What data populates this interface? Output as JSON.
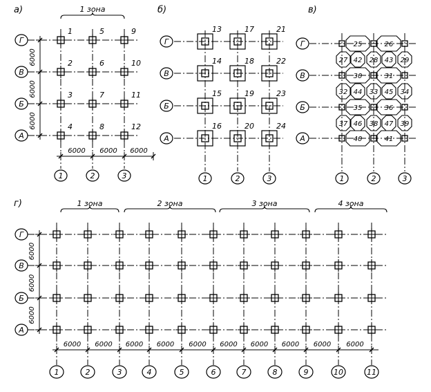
{
  "panels": {
    "a": {
      "label": "а)",
      "zone_label": "1 зона",
      "rows": [
        "Г",
        "В",
        "Б",
        "А"
      ],
      "cols": [
        "1",
        "2",
        "3"
      ],
      "numbers": [
        [
          "1",
          "5",
          "9"
        ],
        [
          "2",
          "6",
          "10"
        ],
        [
          "3",
          "7",
          "11"
        ],
        [
          "4",
          "8",
          "12"
        ]
      ],
      "row_dims": [
        "6000",
        "6000",
        "6000"
      ],
      "col_dims": [
        "6000",
        "6000",
        "6000"
      ]
    },
    "b": {
      "label": "б)",
      "rows": [
        "Г",
        "В",
        "Б",
        "А"
      ],
      "cols": [
        "1",
        "2",
        "3"
      ],
      "numbers": [
        [
          "13",
          "17",
          "21"
        ],
        [
          "14",
          "18",
          "22"
        ],
        [
          "15",
          "19",
          "23"
        ],
        [
          "16",
          "20",
          "24"
        ]
      ]
    },
    "v": {
      "label": "в)",
      "rows": [
        "Г",
        "В",
        "Б",
        "А"
      ],
      "cols": [
        "1",
        "2",
        "3"
      ],
      "cells": [
        [
          "25",
          "26"
        ],
        [
          "27",
          "42",
          "28",
          "43",
          "29"
        ],
        [
          "30",
          "31"
        ],
        [
          "32",
          "44",
          "33",
          "45",
          "34"
        ],
        [
          "35",
          "36"
        ],
        [
          "37",
          "46",
          "38",
          "47",
          "39"
        ],
        [
          "40",
          "41"
        ]
      ]
    },
    "g": {
      "label": "г)",
      "zones": [
        "1 зона",
        "2 зона",
        "3 зона",
        "4 зона"
      ],
      "rows": [
        "Г",
        "В",
        "Б",
        "А"
      ],
      "cols": [
        "1",
        "2",
        "3",
        "4",
        "5",
        "6",
        "7",
        "8",
        "9",
        "10",
        "11"
      ],
      "row_dims": [
        "6000",
        "6000",
        "6000"
      ],
      "col_dims": [
        "6000",
        "6000",
        "6000",
        "6000",
        "6000",
        "6000",
        "6000",
        "6000",
        "6000",
        "6000"
      ]
    }
  }
}
